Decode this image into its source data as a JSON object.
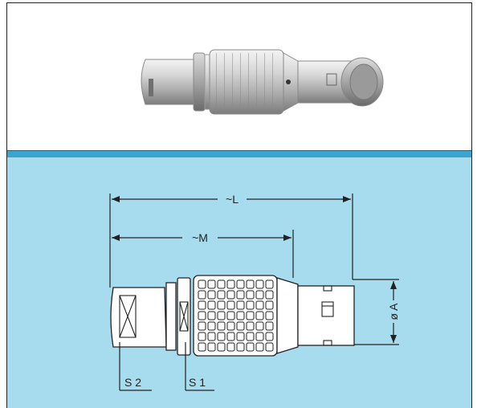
{
  "dimensions": {
    "overall_length": "~L",
    "mating_length": "~M",
    "diameter": "ø A",
    "wrench_flat_2": "S 2",
    "wrench_flat_1": "S 1"
  },
  "colors": {
    "accent_band": "#3aa6d0",
    "drawing_background": "#a7dcef",
    "line": "#222222",
    "metal": "#c9c9c9"
  }
}
